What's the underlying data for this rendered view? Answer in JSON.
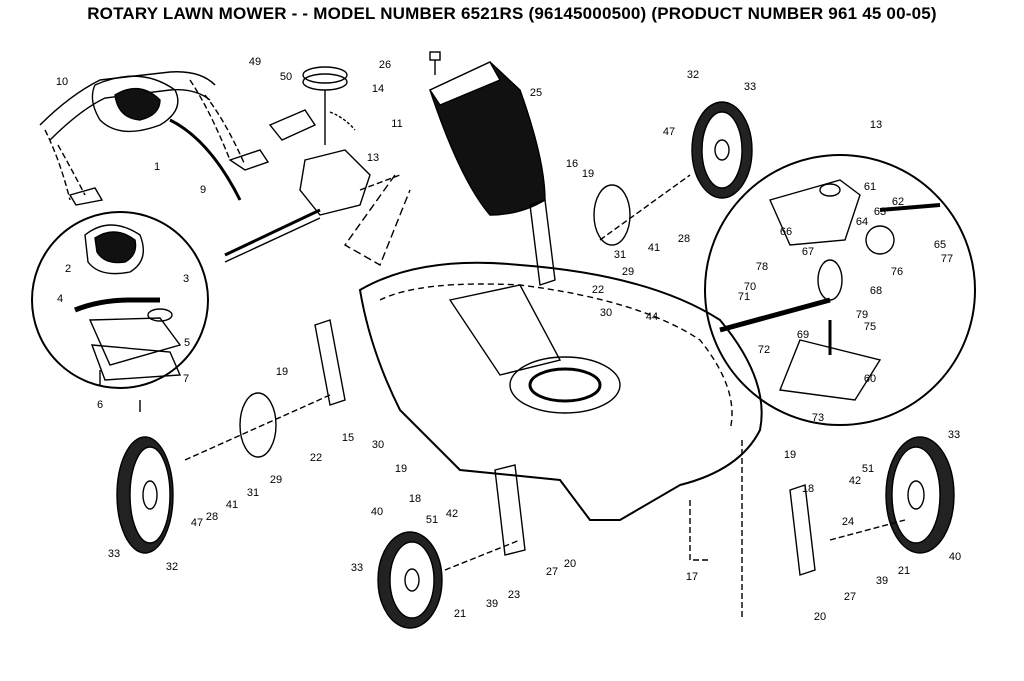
{
  "title": "ROTARY LAWN MOWER - - MODEL NUMBER  6521RS  (96145000500) (PRODUCT NUMBER 961 45 00-05)",
  "callouts": [
    "10",
    "49",
    "50",
    "14",
    "26",
    "25",
    "32",
    "33",
    "11",
    "1",
    "13",
    "9",
    "16",
    "19",
    "47",
    "13",
    "61",
    "62",
    "63",
    "64",
    "65",
    "66",
    "67",
    "76",
    "77",
    "78",
    "68",
    "70",
    "71",
    "79",
    "75",
    "69",
    "72",
    "60",
    "73",
    "2",
    "3",
    "4",
    "5",
    "7",
    "6",
    "28",
    "41",
    "31",
    "29",
    "22",
    "30",
    "44",
    "19",
    "15",
    "30",
    "22",
    "29",
    "31",
    "41",
    "28",
    "47",
    "33",
    "32",
    "19",
    "18",
    "40",
    "51",
    "42",
    "33",
    "21",
    "39",
    "23",
    "27",
    "20",
    "17",
    "19",
    "18",
    "24",
    "42",
    "51",
    "33",
    "40",
    "21",
    "39",
    "27",
    "20"
  ]
}
